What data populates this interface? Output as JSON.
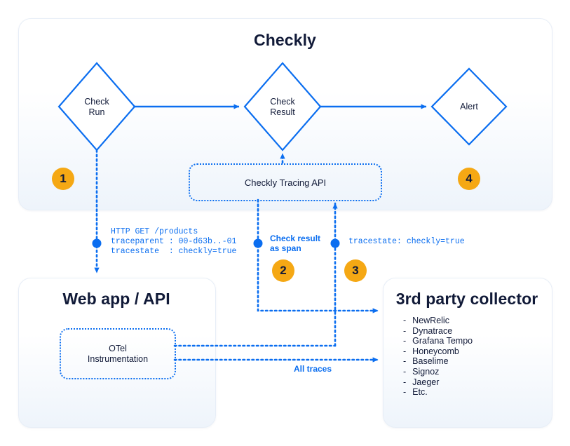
{
  "diagram": {
    "accent_blue": "#0B6EF0",
    "badge_orange": "#F5A814",
    "text_navy": "#111A38"
  },
  "panels": {
    "checkly": {
      "title": "Checkly"
    },
    "webapp": {
      "title": "Web app / API"
    },
    "collector": {
      "title": "3rd party collector"
    }
  },
  "nodes": {
    "check_run": {
      "line1": "Check",
      "line2": "Run"
    },
    "check_result": {
      "line1": "Check",
      "line2": "Result"
    },
    "alert": {
      "line1": "Alert"
    },
    "tracing_api": {
      "label": "Checkly Tracing API"
    },
    "otel": {
      "line1": "OTel",
      "line2": "Instrumentation"
    }
  },
  "badges": {
    "one": "1",
    "two": "2",
    "three": "3",
    "four": "4"
  },
  "annotations": {
    "http_request": "HTTP GET /products\ntraceparent : 00-d63b..-01\ntracestate  : checkly=true",
    "check_result_as_span": "Check result\nas span",
    "tracestate": "tracestate: checkly=true",
    "all_traces": "All traces"
  },
  "collector_items": [
    {
      "bullet": "-",
      "label": "NewRelic"
    },
    {
      "bullet": "-",
      "label": "Dynatrace"
    },
    {
      "bullet": "-",
      "label": "Grafana Tempo"
    },
    {
      "bullet": "-",
      "label": "Honeycomb"
    },
    {
      "bullet": "-",
      "label": "Baselime"
    },
    {
      "bullet": "-",
      "label": "Signoz"
    },
    {
      "bullet": "-",
      "label": "Jaeger"
    },
    {
      "bullet": "-",
      "label": "Etc."
    }
  ]
}
